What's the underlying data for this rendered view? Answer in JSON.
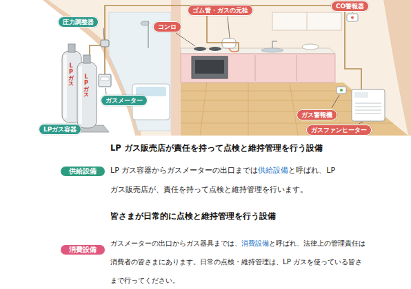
{
  "diagram": {
    "nodes": [
      {
        "text": [
          "圧力調整器"
        ]
      },
      {
        "text": [
          "ゴム管・ガスの元栓"
        ]
      },
      {
        "text": [
          "CO警報器"
        ]
      },
      {
        "text": [
          "コンロ"
        ]
      },
      {
        "text": [
          "ガスメーター"
        ]
      },
      {
        "text": [
          "ガス警報機"
        ]
      },
      {
        "text": [
          "LPガス容器"
        ]
      },
      {
        "text": [
          "ガスファンヒーター"
        ]
      },
      {
        "text": [
          "供給設備"
        ]
      },
      {
        "text": [
          "消費設備"
        ]
      }
    ],
    "labels": [
      "LPガス",
      "LPガス",
      "LP ガス販売店が責任を持って点検と維持管理を行う設備",
      "LP ガス容器からガスメーターの出口までは",
      "供給設備",
      "と呼ばれ、LP ガス販売店が、責任を持って点検と維持管理を行います。",
      "皆さまが日常的に点検と維持管理を行う設備",
      "ガスメーターの出口からガス器具までは、",
      "消費設備",
      "と呼ばれ、法律上の管理責任は消費者の皆さまにあります。日常の点検・維持管理は、LP ガスを使っている皆さまで行ってください。"
    ]
  }
}
